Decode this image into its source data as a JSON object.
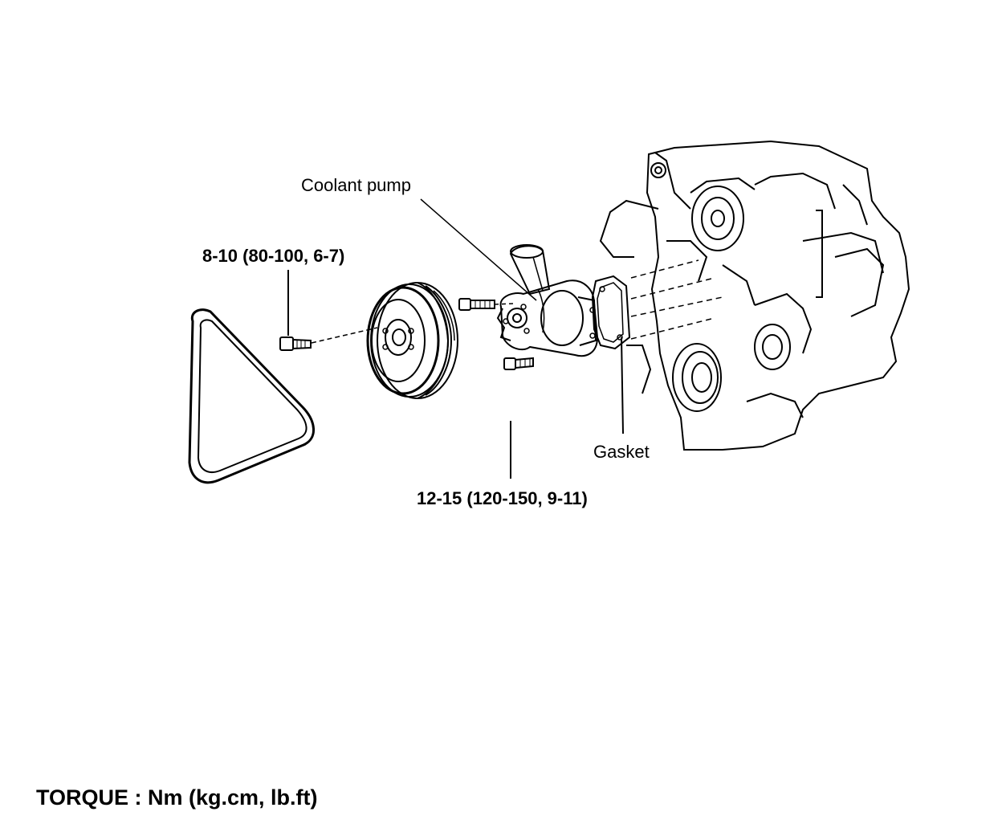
{
  "labels": {
    "coolant_pump": "Coolant pump",
    "pulley_bolt_torque": "8-10 (80-100, 6-7)",
    "gasket": "Gasket",
    "pump_bolt_torque": "12-15 (120-150, 9-11)",
    "torque_legend": "TORQUE : Nm (kg.cm, lb.ft)"
  }
}
